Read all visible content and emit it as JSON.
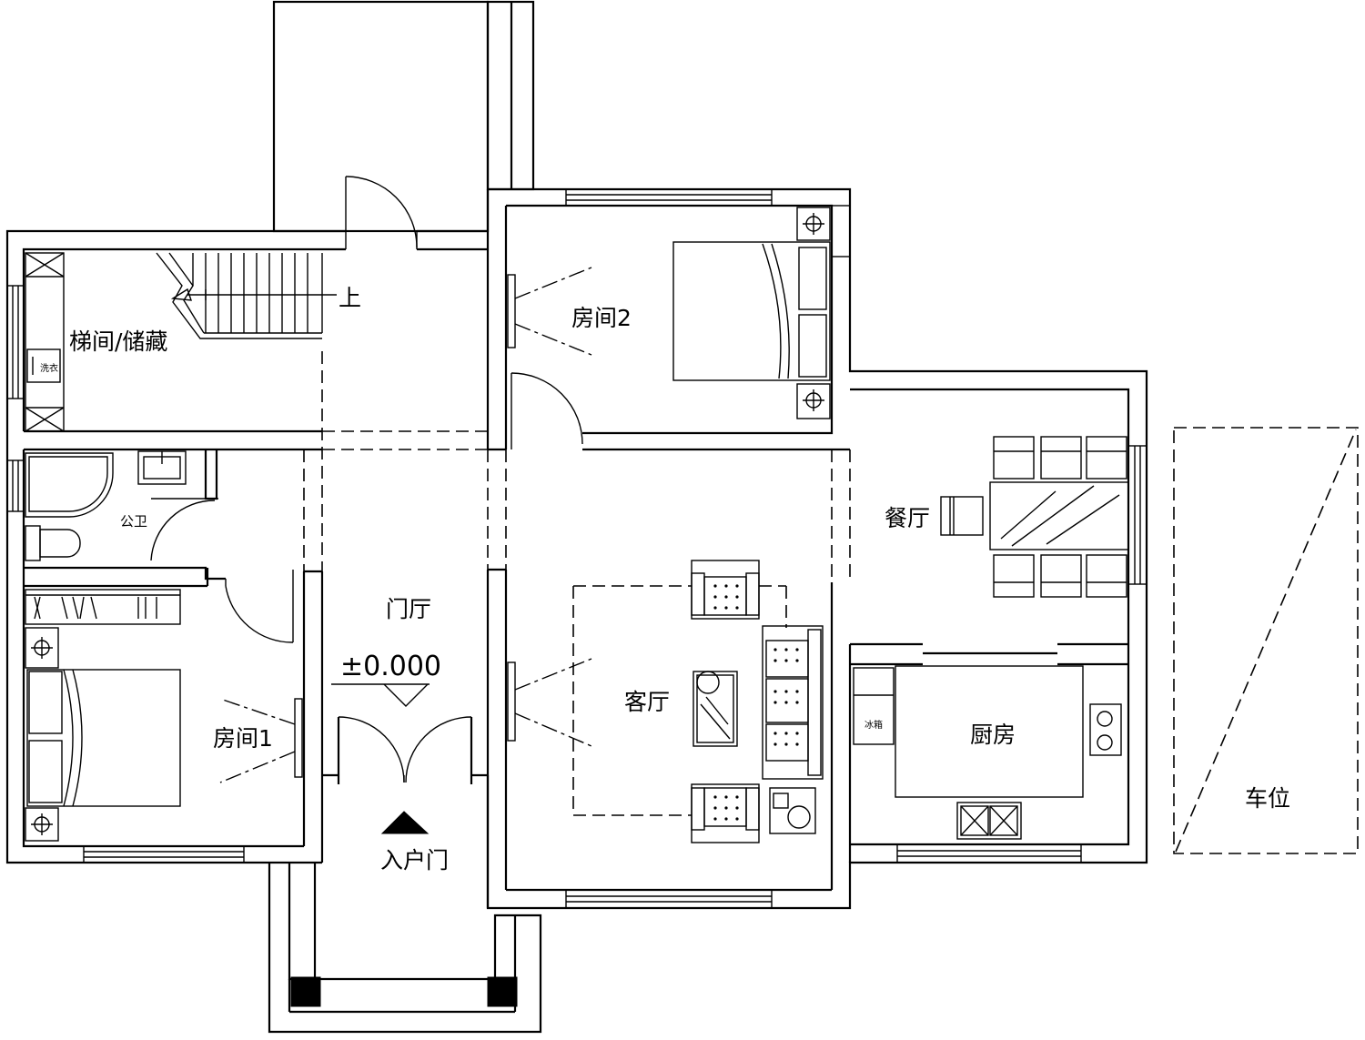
{
  "rooms": {
    "stair_storage": "梯间/储藏",
    "bathroom": "公卫",
    "bedroom_1": "房间1",
    "bedroom_2": "房间2",
    "foyer": "门厅",
    "living_room": "客厅",
    "dining_room": "餐厅",
    "kitchen": "厨房",
    "entrance": "入户门",
    "parking": "车位"
  },
  "annotations": {
    "stair_up": "上",
    "floor_level": "±0.000",
    "washer": "洗衣",
    "fridge": "冰箱"
  }
}
